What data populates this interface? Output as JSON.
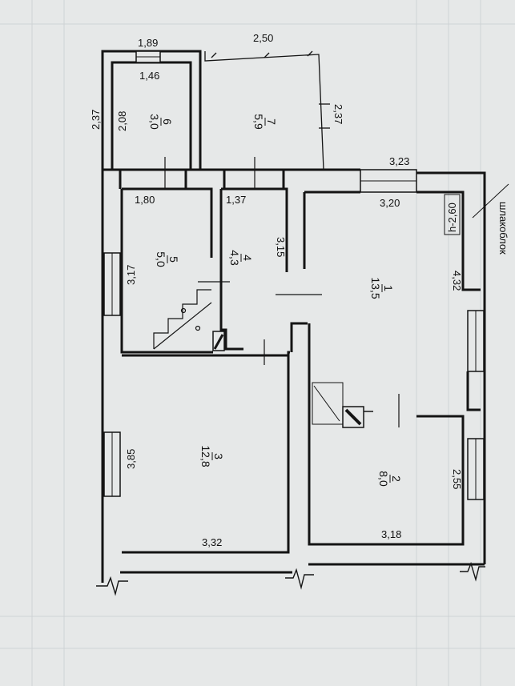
{
  "plan": {
    "colors": {
      "paper": "#e6e8e8",
      "wall": "#141414",
      "grid": "#cfd3d6",
      "ink": "#111111"
    },
    "height_note": "h-2,60",
    "side_note": "шлакоблок",
    "rooms": [
      {
        "num": "1",
        "area": "13,5"
      },
      {
        "num": "2",
        "area": "8,0"
      },
      {
        "num": "3",
        "area": "12,8"
      },
      {
        "num": "4",
        "area": "4,3"
      },
      {
        "num": "5",
        "area": "5,0"
      },
      {
        "num": "6",
        "area": "3,0"
      },
      {
        "num": "7",
        "area": "5,9"
      }
    ],
    "dimensions": {
      "d189": "1,89",
      "d146": "1,46",
      "d250": "2,50",
      "d237_left": "2,37",
      "d208": "2,08",
      "d237_mid": "2,37",
      "d323": "3,23",
      "d320": "3,20",
      "d180": "1,80",
      "d137": "1,37",
      "d315": "3,15",
      "d317": "3,17",
      "d432": "4,32",
      "d385": "3,85",
      "d255": "2,55",
      "d332": "3,32",
      "d318": "3,18"
    }
  }
}
